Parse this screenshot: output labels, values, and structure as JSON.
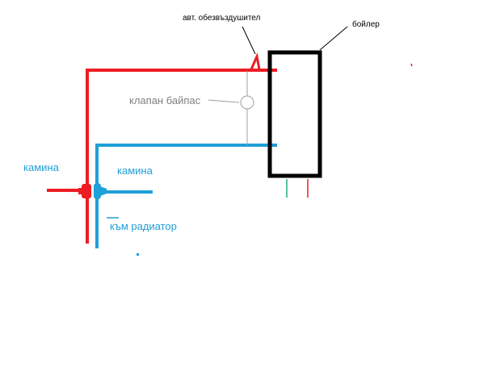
{
  "labels": {
    "air_vent": "авт. обезвъздушител",
    "boiler": "бойлер",
    "bypass_valve": "клапан байпас",
    "fireplace_left": "камина",
    "fireplace_right": "камина",
    "to_radiator": "към радиатор"
  },
  "colors": {
    "hot_pipe": "#ed1c24",
    "cold_pipe": "#1ea0d8",
    "boiler": "#000000",
    "bypass": "#a0a0a0",
    "label_blue": "#1ea0d8",
    "label_grey": "#808080",
    "connector_green": "#22b07a"
  }
}
